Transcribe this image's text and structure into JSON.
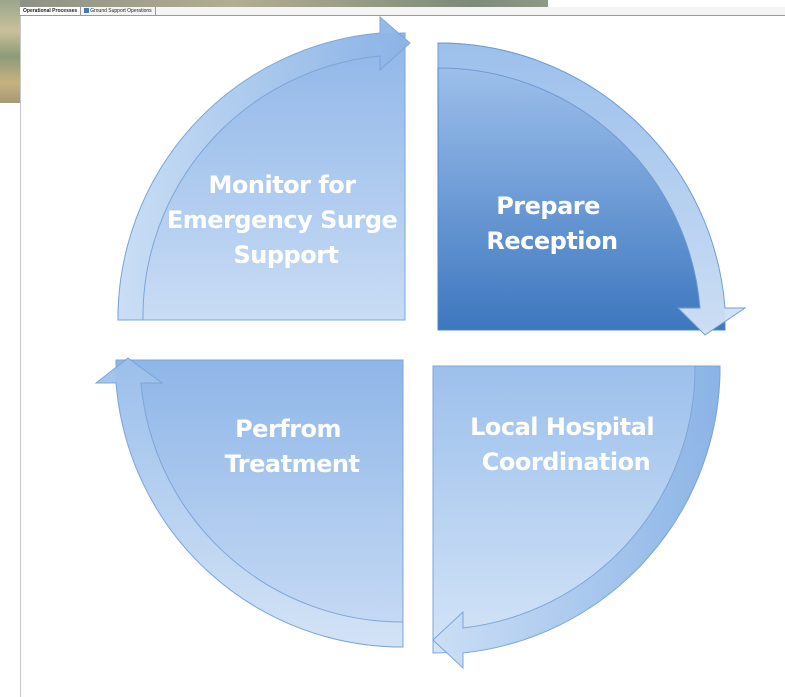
{
  "tabs": [
    {
      "label": "Operational Processes",
      "active": true
    },
    {
      "label": "Ground Support Operations",
      "active": false
    }
  ],
  "quadrants": {
    "top_left": {
      "lines": [
        "Monitor for",
        "Emergency Surge",
        "Support"
      ]
    },
    "top_right": {
      "lines": [
        "Prepare",
        "Reception"
      ]
    },
    "bottom_right": {
      "lines": [
        "Local Hospital",
        "Coordination"
      ]
    },
    "bottom_left": {
      "lines": [
        "Perfrom",
        "Treatment"
      ]
    }
  },
  "colors": {
    "light_quadrant": "#a9c8ef",
    "dark_quadrant": "#6f9ed3",
    "arrow": "#a8c6ec",
    "text": "#ffffff"
  }
}
